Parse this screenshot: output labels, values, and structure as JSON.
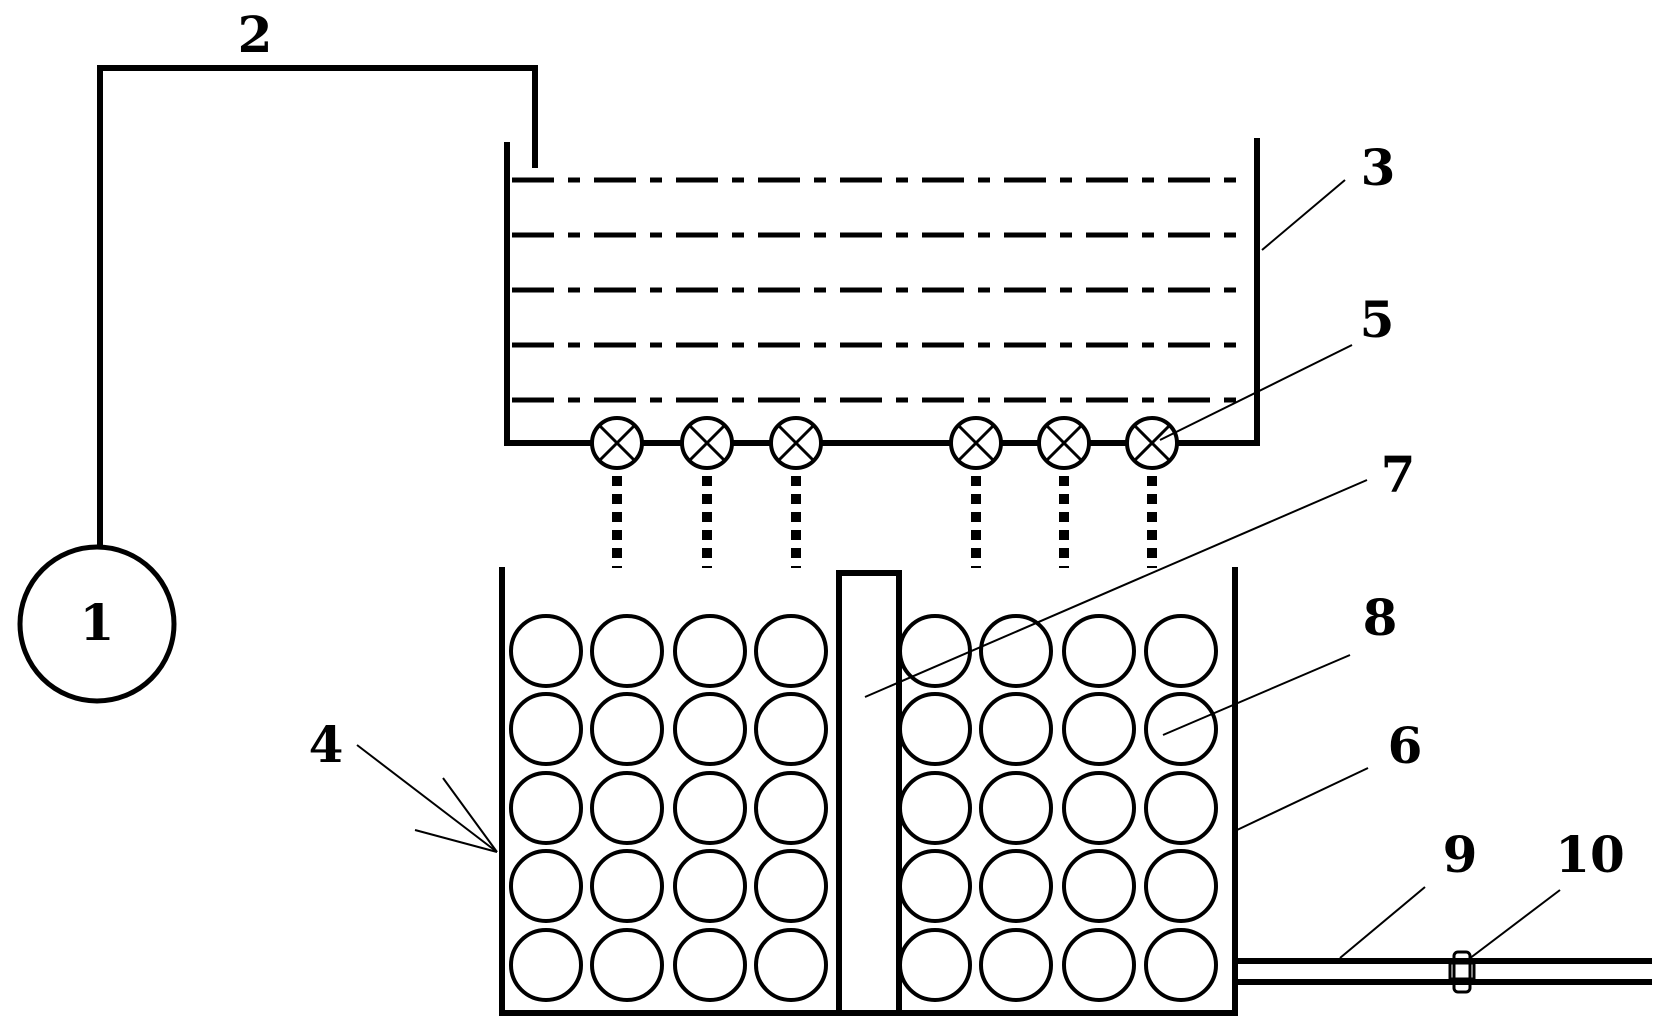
{
  "figure": {
    "labels": {
      "pump": "1",
      "pipe": "2",
      "upper_tank": "3",
      "lower_tank_wall": "4",
      "valve": "5",
      "lower_tank": "6",
      "partition": "7",
      "spheres": "8",
      "outlet_pipe": "9",
      "outlet_valve": "10"
    },
    "upper_tank": {
      "valve_count": 6,
      "liquid_lines": 5
    },
    "lower_tank": {
      "sphere_rows": 5,
      "sphere_cols_per_side": 4
    },
    "colors": {
      "stroke": "#000000",
      "background": "#ffffff"
    }
  }
}
